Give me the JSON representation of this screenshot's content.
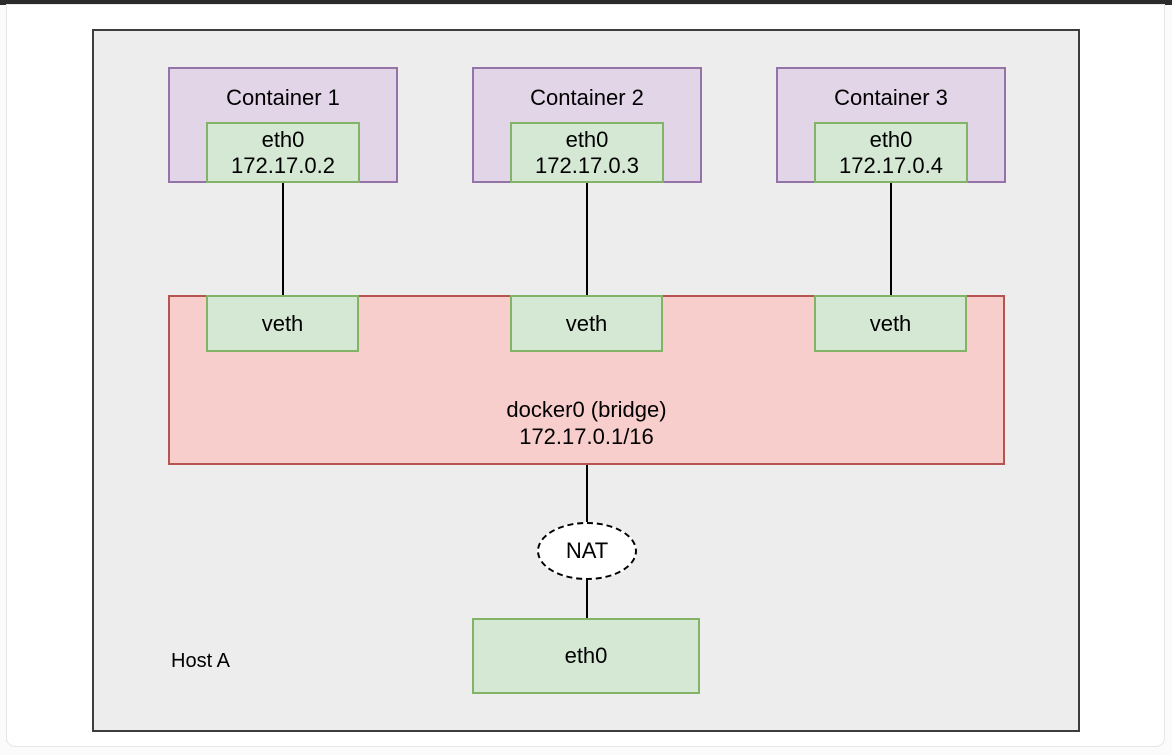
{
  "host": {
    "label": "Host A"
  },
  "containers": [
    {
      "title": "Container 1",
      "interface": {
        "name": "eth0",
        "ip": "172.17.0.2"
      }
    },
    {
      "title": "Container 2",
      "interface": {
        "name": "eth0",
        "ip": "172.17.0.3"
      }
    },
    {
      "title": "Container 3",
      "interface": {
        "name": "eth0",
        "ip": "172.17.0.4"
      }
    }
  ],
  "bridge": {
    "veth_labels": [
      "veth",
      "veth",
      "veth"
    ],
    "title": "docker0 (bridge)",
    "subnet": "172.17.0.1/16"
  },
  "nat": {
    "label": "NAT"
  },
  "host_interface": {
    "name": "eth0"
  },
  "colors": {
    "container_fill": "#e1d5e7",
    "container_stroke": "#9673a6",
    "interface_fill": "#d5e8d4",
    "interface_stroke": "#82b366",
    "bridge_fill": "#f8cecc",
    "bridge_stroke": "#b85450",
    "host_fill": "#ededed",
    "host_stroke": "#3d3d3d",
    "connector_line": "#000000",
    "window_bar": "#2b2b2b"
  }
}
